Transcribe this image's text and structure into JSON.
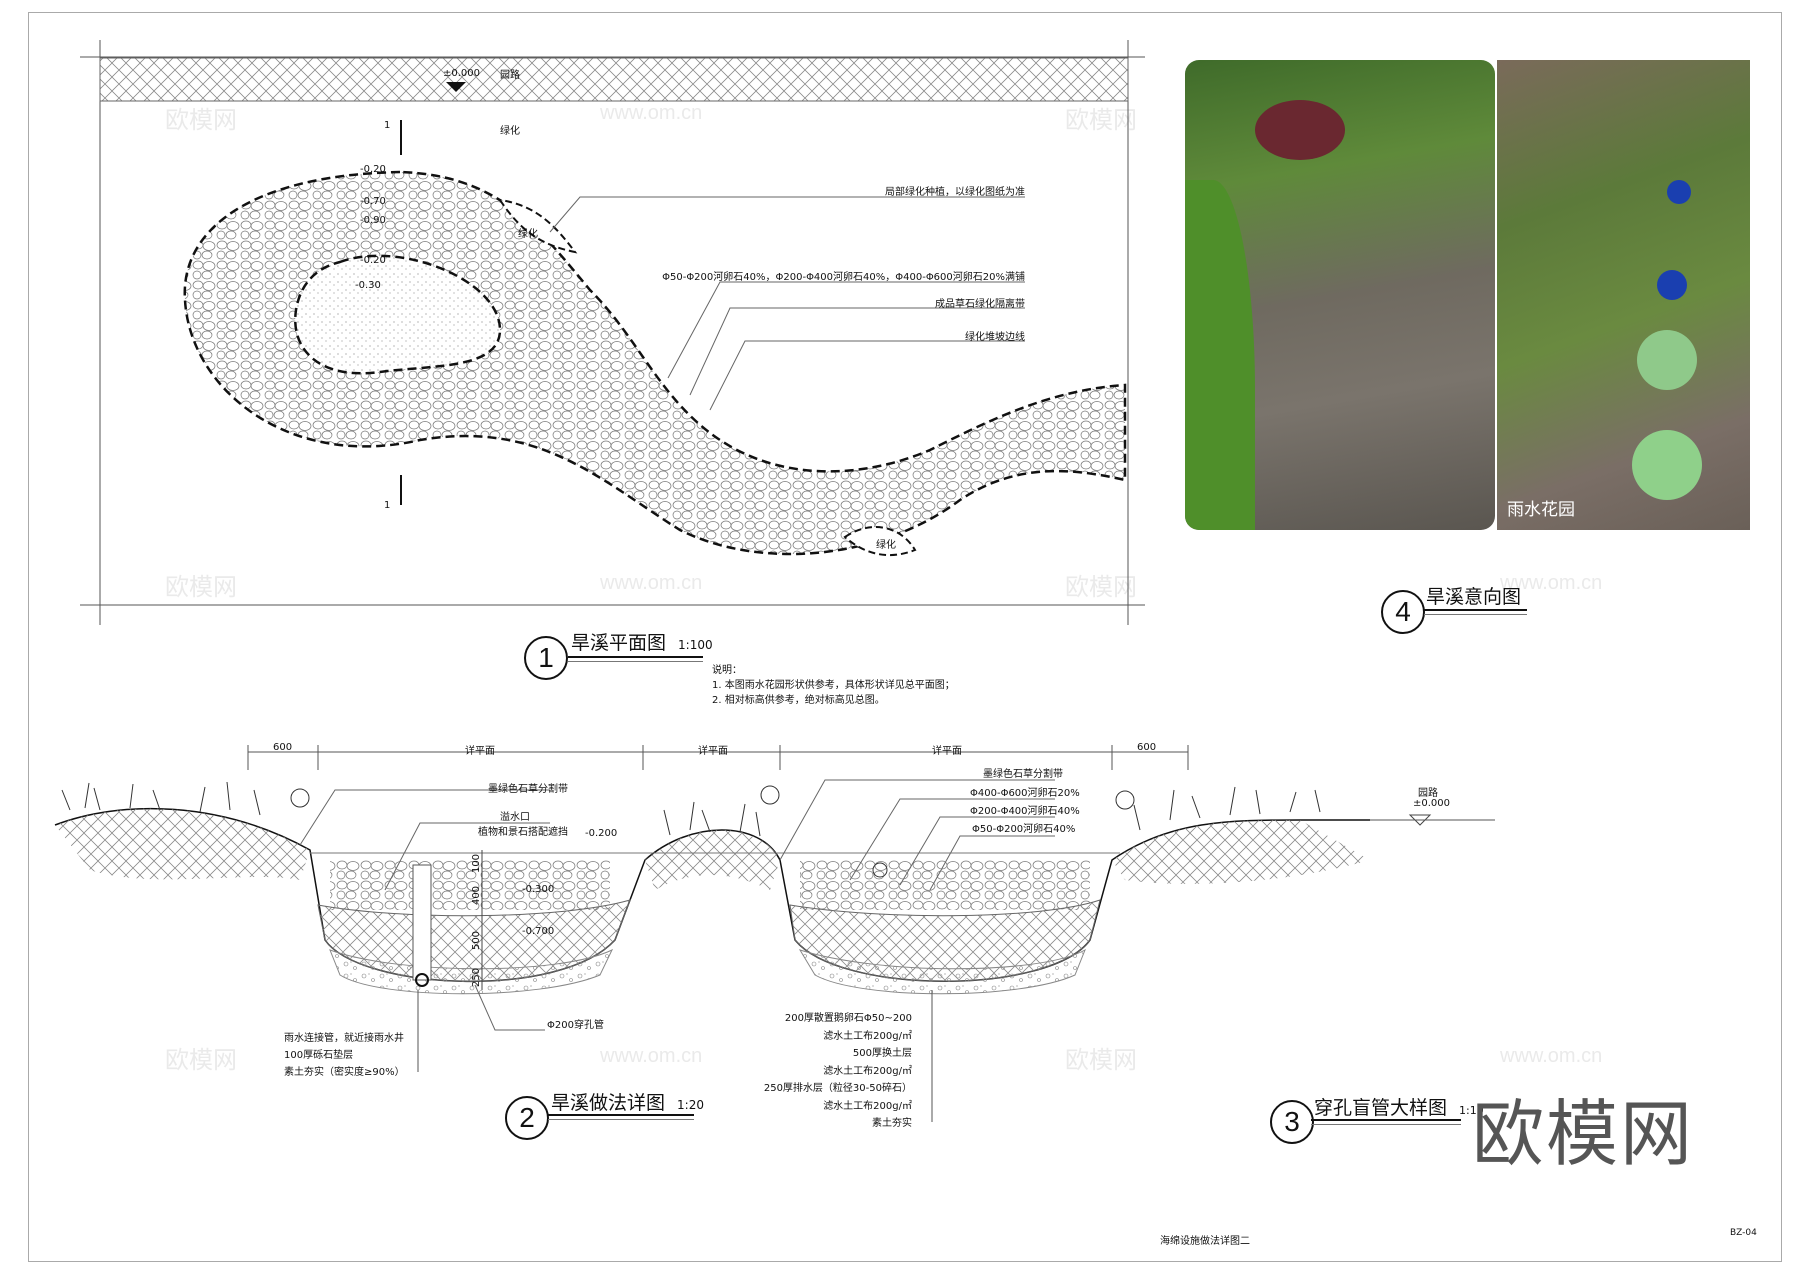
{
  "plan": {
    "road_label": "园路",
    "road_elevation": "±0.000",
    "green_label": "绿化",
    "section_mark": "1",
    "elevations": [
      "-0.20",
      "-0.70",
      "-0.90",
      "-0.20",
      "-0.30"
    ],
    "green_patch_label": "绿化",
    "callouts": [
      "局部绿化种植，以绿化图纸为准",
      "Φ50-Φ200河卵石40%，Φ200-Φ400河卵石40%，Φ400-Φ600河卵石20%满铺",
      "成品草石绿化隔离带",
      "绿化堆坡边线"
    ],
    "title": {
      "number": "1",
      "name": "旱溪平面图",
      "scale": "1:100"
    }
  },
  "notes": {
    "heading": "说明：",
    "items": [
      "1. 本图雨水花园形状供参考，具体形状详见总平面图；",
      "2. 相对标高供参考，绝对标高见总图。"
    ]
  },
  "photos": {
    "caption": "雨水花园",
    "title": {
      "number": "4",
      "name": "旱溪意向图"
    }
  },
  "section": {
    "dimensions": [
      "600",
      "详平面",
      "详平面",
      "详平面",
      "600"
    ],
    "left_callouts": [
      "墨绿色石草分割带",
      "溢水口",
      "植物和景石搭配遮挡"
    ],
    "right_callouts": [
      "墨绿色石草分割带",
      "Φ400-Φ600河卵石20%",
      "Φ200-Φ400河卵石40%",
      "Φ50-Φ200河卵石40%"
    ],
    "road_label": "园路",
    "road_elevation": "±0.000",
    "levels": [
      "-0.200",
      "-0.300",
      "-0.700"
    ],
    "depths": [
      "100",
      "400",
      "500",
      "250"
    ],
    "pipe_label": "Φ200穿孔管",
    "left_layers": [
      "雨水连接管，就近接雨水井",
      "100厚砾石垫层",
      "素土夯实（密实度≥90%）"
    ],
    "layers": [
      "200厚散置鹅卵石Φ50~200",
      "滤水土工布200g/㎡",
      "500厚换土层",
      "滤水土工布200g/㎡",
      "250厚排水层（粒径30-50碎石）",
      "滤水土工布200g/㎡",
      "素土夯实"
    ],
    "title": {
      "number": "2",
      "name": "旱溪做法详图",
      "scale": "1:20"
    }
  },
  "detail3": {
    "title": {
      "number": "3",
      "name": "穿孔盲管大样图",
      "scale": "1:10"
    }
  },
  "watermark": {
    "logo": "欧模网",
    "url": "www.om.cn"
  },
  "footer": {
    "sheet_title": "海绵设施做法详图二",
    "sheet_no": "BZ-04"
  }
}
